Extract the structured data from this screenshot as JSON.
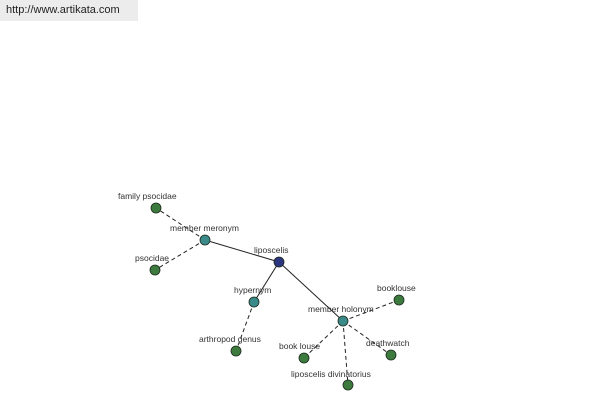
{
  "header": {
    "url": "http://www.artikata.com"
  },
  "colors": {
    "root": "#2c3580",
    "relation": "#3b8a8a",
    "leaf": "#3d7a3d",
    "node_stroke": "#1c2a1c",
    "edge": "#222222"
  },
  "graph": {
    "nodes": [
      {
        "id": "liposcelis",
        "label": "liposcelis",
        "kind": "root"
      },
      {
        "id": "member-meronym",
        "label": "member meronym",
        "kind": "relation"
      },
      {
        "id": "hypernym",
        "label": "hypernym",
        "kind": "relation"
      },
      {
        "id": "member-holonym",
        "label": "member holonym",
        "kind": "relation"
      },
      {
        "id": "family-psocidae",
        "label": "family psocidae",
        "kind": "leaf"
      },
      {
        "id": "psocidae",
        "label": "psocidae",
        "kind": "leaf"
      },
      {
        "id": "arthropod-genus",
        "label": "arthropod genus",
        "kind": "leaf"
      },
      {
        "id": "booklouse",
        "label": "booklouse",
        "kind": "leaf"
      },
      {
        "id": "book-louse",
        "label": "book louse",
        "kind": "leaf"
      },
      {
        "id": "liposcelis-divinatorius",
        "label": "liposcelis divinatorius",
        "kind": "leaf"
      },
      {
        "id": "deathwatch",
        "label": "deathwatch",
        "kind": "leaf"
      }
    ],
    "edges": [
      {
        "from": "liposcelis",
        "to": "member-meronym",
        "style": "solid"
      },
      {
        "from": "liposcelis",
        "to": "hypernym",
        "style": "solid"
      },
      {
        "from": "liposcelis",
        "to": "member-holonym",
        "style": "solid"
      },
      {
        "from": "member-meronym",
        "to": "family-psocidae",
        "style": "dashed"
      },
      {
        "from": "member-meronym",
        "to": "psocidae",
        "style": "dashed"
      },
      {
        "from": "hypernym",
        "to": "arthropod-genus",
        "style": "dashed"
      },
      {
        "from": "member-holonym",
        "to": "booklouse",
        "style": "dashed"
      },
      {
        "from": "member-holonym",
        "to": "book-louse",
        "style": "dashed"
      },
      {
        "from": "member-holonym",
        "to": "liposcelis-divinatorius",
        "style": "dashed"
      },
      {
        "from": "member-holonym",
        "to": "deathwatch",
        "style": "dashed"
      }
    ]
  }
}
